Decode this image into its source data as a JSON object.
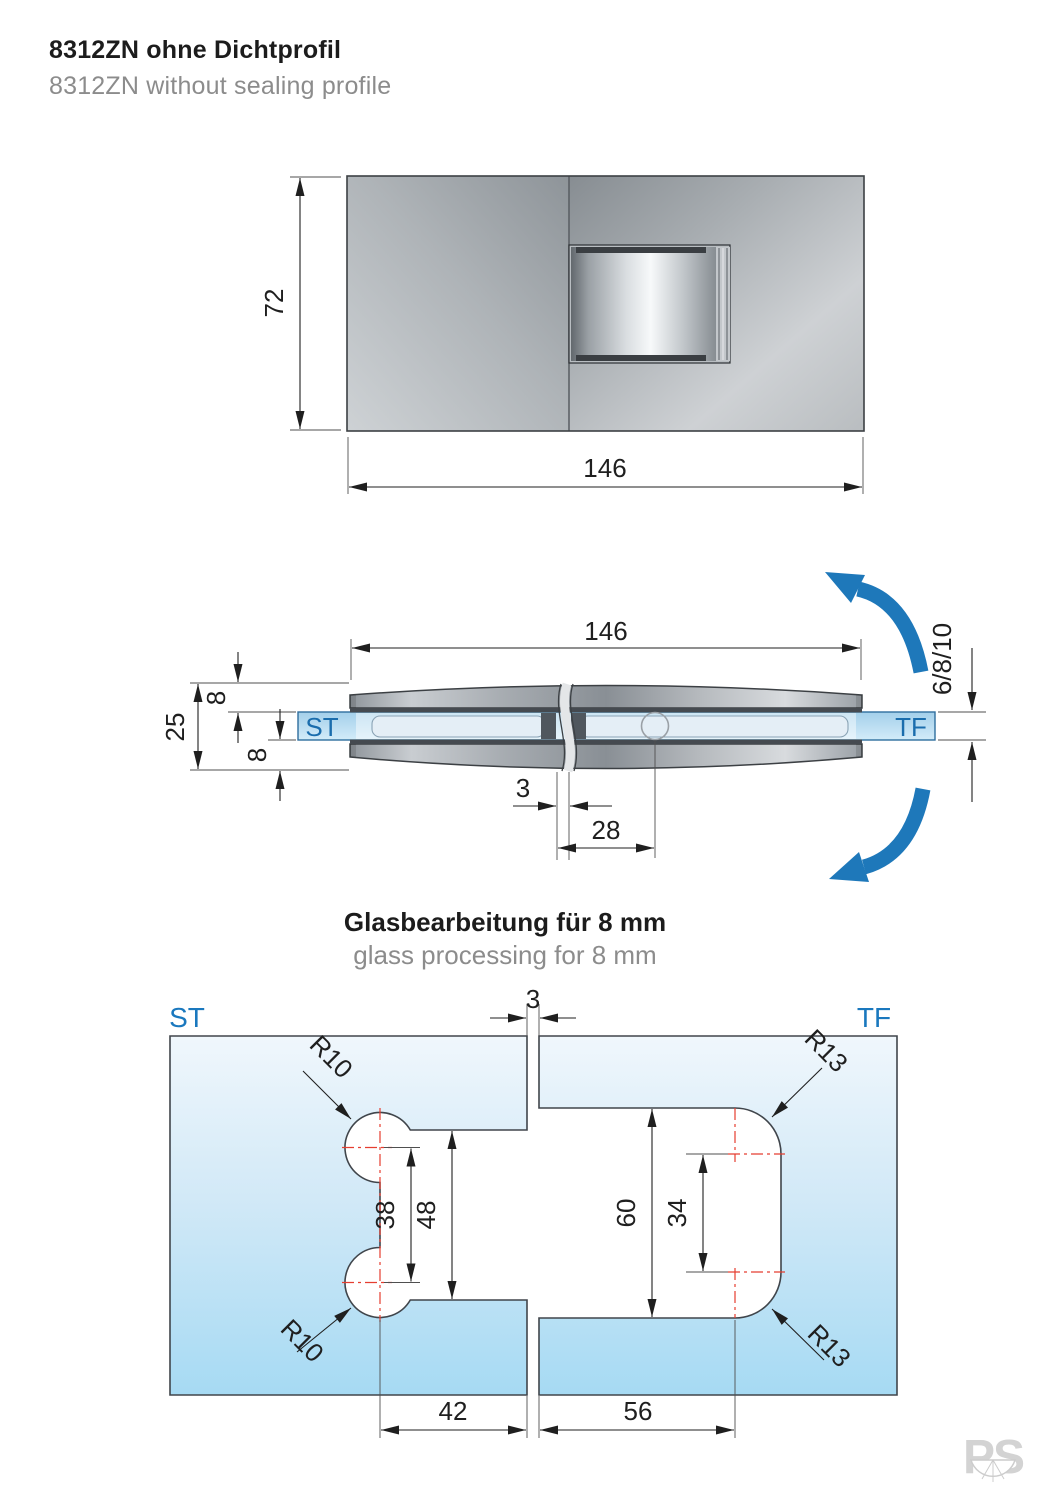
{
  "header": {
    "title_de": "8312ZN ohne Dichtprofil",
    "title_en": "8312ZN without sealing profile"
  },
  "labels": {
    "st": "ST",
    "tf": "TF"
  },
  "top_view": {
    "height": "72",
    "width": "146"
  },
  "side_view": {
    "width": "146",
    "total_thickness": "25",
    "plate_top": "8",
    "plate_bottom": "8",
    "glass_gap": "3",
    "pivot_offset": "28",
    "glass_thickness_options": "6/8/10"
  },
  "glass_processing": {
    "title_de": "Glasbearbeitung für 8 mm",
    "title_en": "glass processing for 8 mm",
    "gap": "3",
    "st_notch_center_distance": "38",
    "st_cutout_height": "48",
    "st_radius": "R10",
    "tf_cutout_height": "60",
    "tf_center_distance": "34",
    "tf_radius": "R13",
    "st_cutout_width": "42",
    "tf_cutout_width": "56"
  },
  "logo": {
    "text": "PS"
  },
  "colors": {
    "accent_blue": "#1e78ba",
    "label_blue": "#1a6dad",
    "centerline_red": "#e53e30",
    "glass_light": "#eef5fb",
    "glass_dark": "#a6daf3"
  }
}
